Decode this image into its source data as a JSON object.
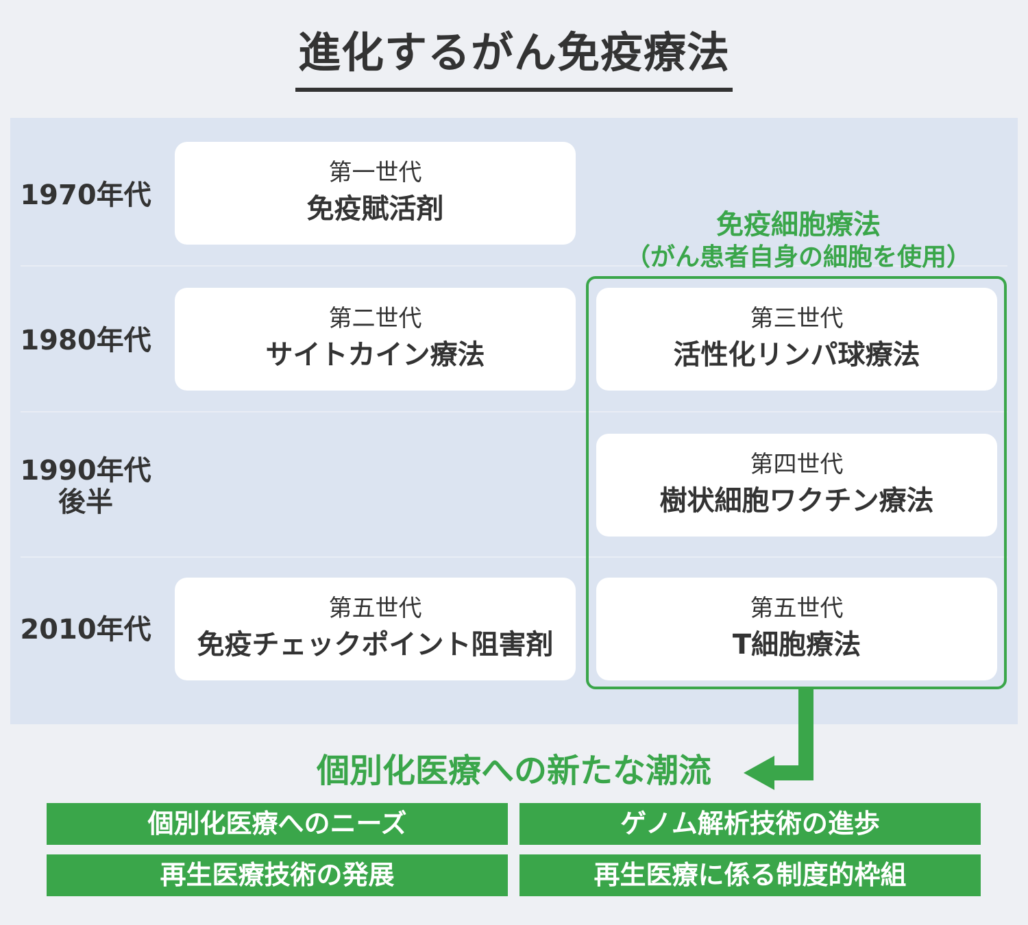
{
  "title": "進化するがん免疫療法",
  "eras": [
    {
      "label": "1970年代",
      "sub": ""
    },
    {
      "label": "1980年代",
      "sub": ""
    },
    {
      "label": "1990年代",
      "sub": "後半"
    },
    {
      "label": "2010年代",
      "sub": ""
    }
  ],
  "cards": {
    "gen1": {
      "generation": "第一世代",
      "name": "免疫賦活剤"
    },
    "gen2": {
      "generation": "第二世代",
      "name": "サイトカイン療法"
    },
    "gen3": {
      "generation": "第三世代",
      "name": "活性化リンパ球療法"
    },
    "gen4": {
      "generation": "第四世代",
      "name": "樹状細胞ワクチン療法"
    },
    "gen5a": {
      "generation": "第五世代",
      "name": "免疫チェックポイント阻害剤"
    },
    "gen5b": {
      "generation": "第五世代",
      "name": "T細胞療法"
    }
  },
  "group": {
    "title": "免疫細胞療法",
    "subtitle": "（がん患者自身の細胞を使用）"
  },
  "headline": "個別化医療への新たな潮流",
  "tags": [
    "個別化医療へのニーズ",
    "ゲノム解析技術の進歩",
    "再生医療技術の発展",
    "再生医療に係る制度的枠組"
  ],
  "colors": {
    "accent_green": "#3aa64a",
    "panel": "#dce4f1",
    "text": "#333333"
  }
}
